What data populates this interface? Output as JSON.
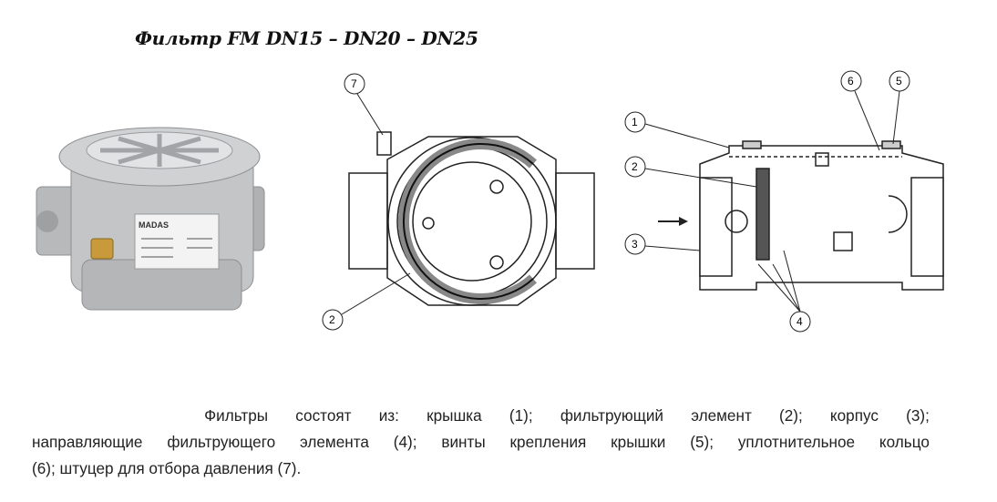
{
  "title": "Фильтр FM DN15 – DN20 – DN25",
  "photo": {
    "label": "MADAS"
  },
  "callouts": {
    "front": {
      "c7": "7",
      "c2": "2"
    },
    "section": {
      "c1": "1",
      "c2": "2",
      "c3": "3",
      "c4": "4",
      "c5": "5",
      "c6": "6"
    }
  },
  "description": {
    "line1": "Фильтры состоят из: крышка (1); фильтрующий элемент (2); корпус (3);",
    "line2": "направляющие фильтрующего элемента (4); винты крепления крышки (5); уплотнительное кольцо",
    "line3": "(6); штуцер для отбора давления (7)."
  }
}
